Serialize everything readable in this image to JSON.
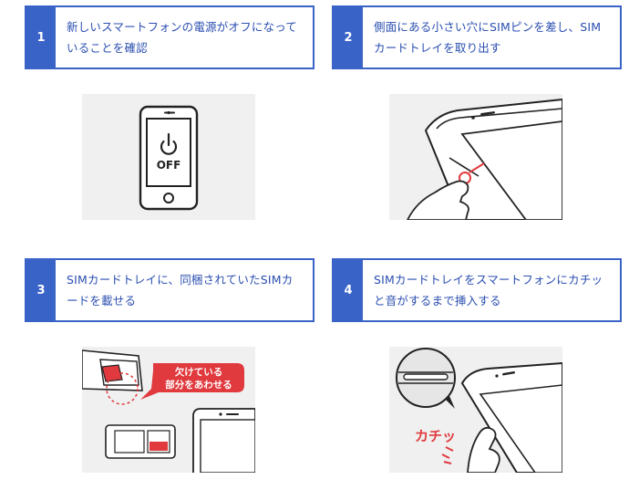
{
  "steps": [
    {
      "num": "1",
      "text": "新しいスマートフォンの電源がオフになっていることを確認"
    },
    {
      "num": "2",
      "text": "側面にある小さい穴にSIMピンを差し、SIMカードトレイを取り出す"
    },
    {
      "num": "3",
      "text": "SIMカードトレイに、同梱されていたSIMカードを載せる"
    },
    {
      "num": "4",
      "text": "SIMカードトレイをスマートフォンにカチッと音がするまで挿入する"
    }
  ],
  "illustrations": {
    "step1": {
      "screen_label": "OFF",
      "icon": "power-icon"
    },
    "step3": {
      "callout_line1": "欠けている",
      "callout_line2": "部分をあわせる"
    },
    "step4": {
      "sound_label": "カチッ"
    }
  },
  "colors": {
    "accent": "#3a63c8",
    "callout": "#e03a3e",
    "sim_red": "#e03a3e",
    "bg": "#f0f0f0"
  }
}
